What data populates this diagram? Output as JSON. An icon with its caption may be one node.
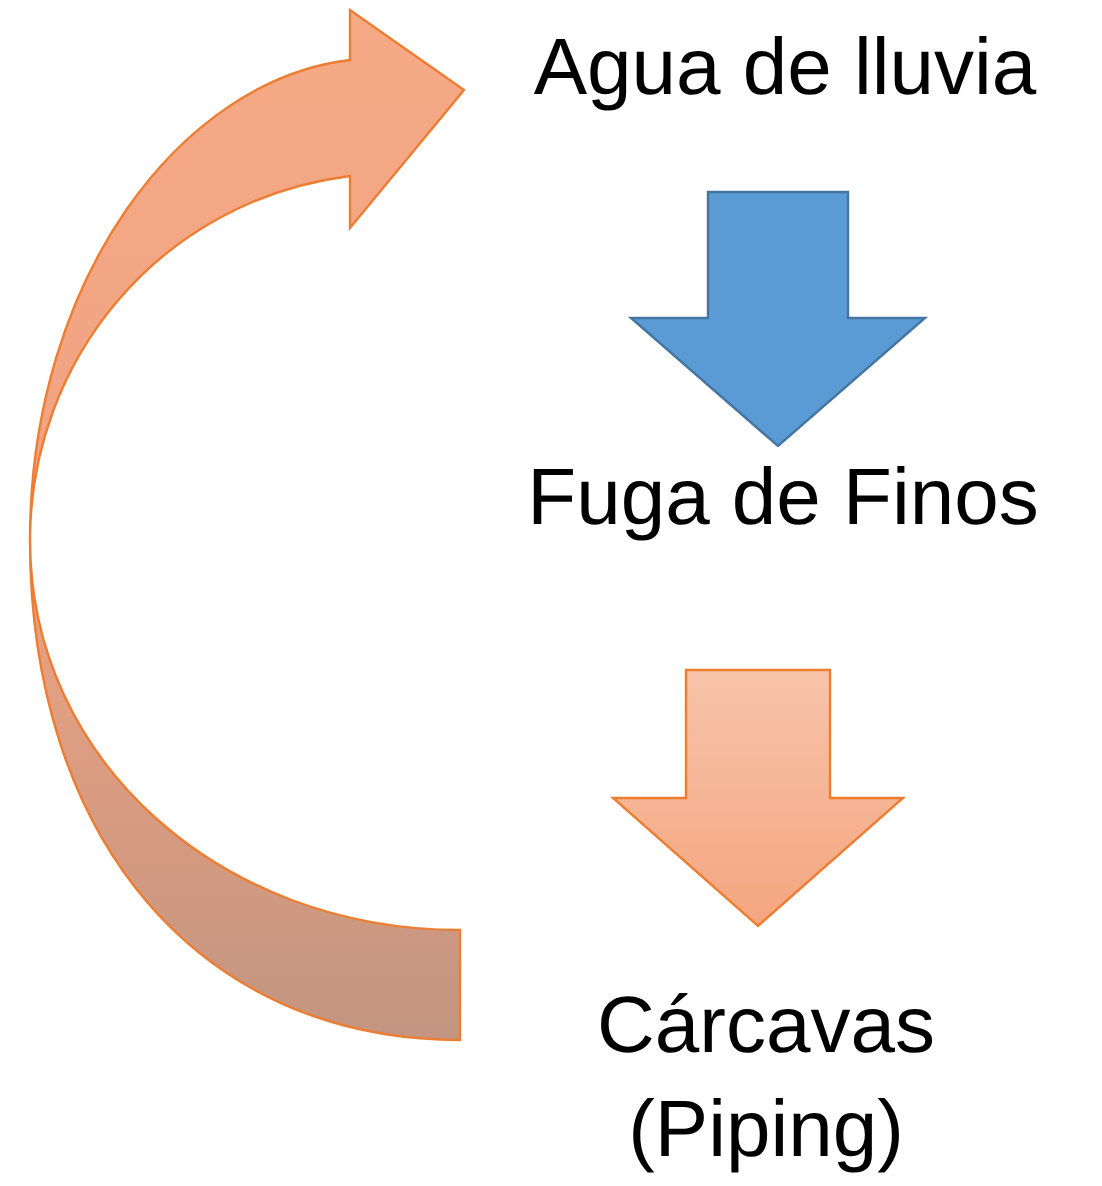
{
  "diagram": {
    "nodes": [
      {
        "text": [
          "Agua de lluvia"
        ]
      },
      {
        "text": [
          "Fuga de Finos"
        ]
      },
      {
        "text": [
          "Cárcavas (Piping)"
        ]
      }
    ],
    "edges": [
      {
        "from": 0,
        "to": 1,
        "arrow": "to",
        "color": "#5b9bd5"
      },
      {
        "from": 1,
        "to": 2,
        "arrow": "to"
      },
      {
        "from": 2,
        "to": 0,
        "arrow": "to"
      }
    ]
  }
}
